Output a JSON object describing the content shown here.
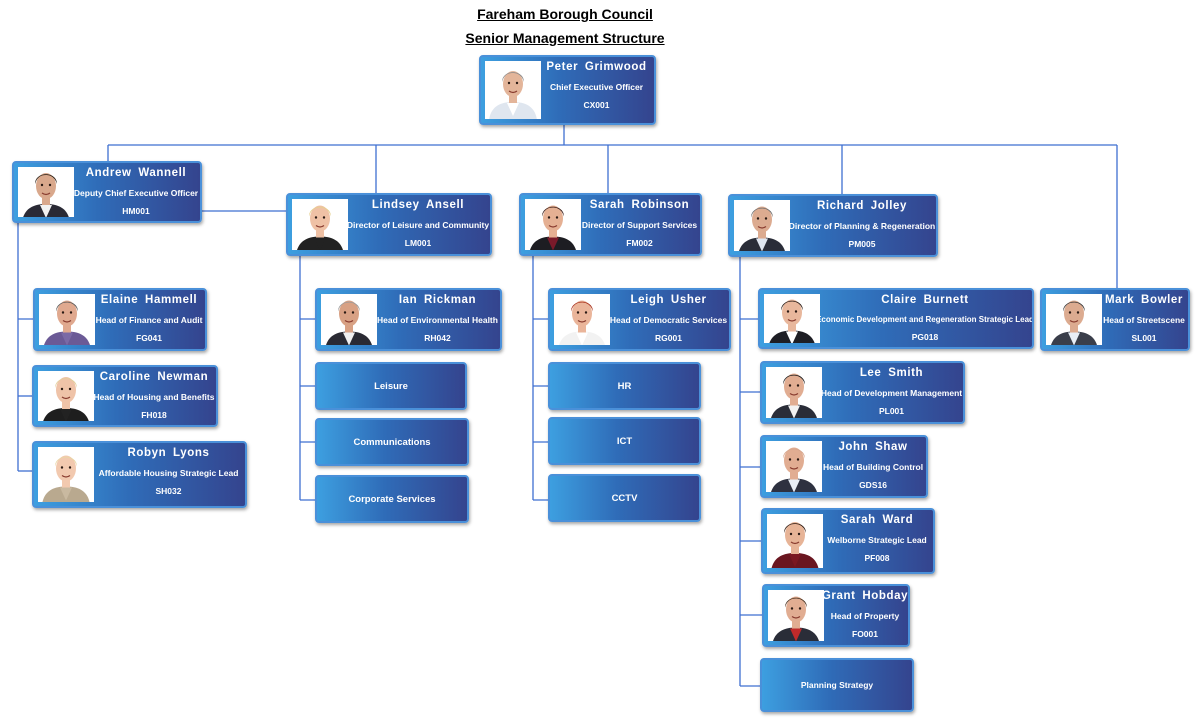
{
  "header": {
    "organisation": "Fareham Borough Council",
    "subtitle": "Senior Management Structure"
  },
  "people": {
    "ceo": {
      "name": "Peter Grimwood",
      "role": "Chief Executive Officer",
      "code": "CX001"
    },
    "deputy": {
      "name": "Andrew Wannell",
      "role": "Deputy Chief Executive Officer",
      "code": "HM001"
    },
    "finance": {
      "name": "Elaine Hammell",
      "role": "Head of Finance and Audit",
      "code": "FG041"
    },
    "housing": {
      "name": "Caroline Newman",
      "role": "Head of Housing and Benefits",
      "code": "FH018"
    },
    "affordable": {
      "name": "Robyn Lyons",
      "role": "Affordable Housing Strategic Lead",
      "code": "SH032"
    },
    "leisure_dir": {
      "name": "Lindsey Ansell",
      "role": "Director of Leisure and Community",
      "code": "LM001"
    },
    "env_health": {
      "name": "Ian Rickman",
      "role": "Head of Environmental Health",
      "code": "RH042"
    },
    "support_dir": {
      "name": "Sarah Robinson",
      "role": "Director of Support Services",
      "code": "FM002"
    },
    "democratic": {
      "name": "Leigh Usher",
      "role": "Head of Democratic Services",
      "code": "RG001"
    },
    "planning_dir": {
      "name": "Richard Jolley",
      "role": "Director of Planning & Regeneration",
      "code": "PM005"
    },
    "econ_dev": {
      "name": "Claire Burnett",
      "role": "Economic Development and Regeneration Strategic Lead",
      "code": "PG018"
    },
    "dev_mgmt": {
      "name": "Lee Smith",
      "role": "Head of Development Management",
      "code": "PL001"
    },
    "building": {
      "name": "John Shaw",
      "role": "Head of Building Control",
      "code": "GDS16"
    },
    "welborne": {
      "name": "Sarah Ward",
      "role": "Welborne Strategic Lead",
      "code": "PF008"
    },
    "property": {
      "name": "Grant Hobday",
      "role": "Head of Property",
      "code": "FO001"
    },
    "streetscene": {
      "name": "Mark Bowler",
      "role": "Head of Streetscene",
      "code": "SL001"
    }
  },
  "functions": {
    "leisure": "Leisure",
    "communications": "Communications",
    "corporate": "Corporate Services",
    "hr": "HR",
    "ict": "ICT",
    "cctv": "CCTV",
    "planning_strategy": "Planning Strategy"
  },
  "photo_style": {
    "ceo": {
      "hair": "#8a8a8a",
      "skin": "#e3b59a",
      "shirt": "#ffffff",
      "jacket": "#dfe6ef"
    },
    "deputy": {
      "hair": "#2b2118",
      "skin": "#d9a88c",
      "shirt": "#f2f2f2",
      "jacket": "#2a2a35"
    },
    "finance": {
      "hair": "#5a5a5a",
      "skin": "#e0a98f",
      "shirt": "#7b6aa6",
      "jacket": "#6b5a96"
    },
    "housing": {
      "hair": "#e2cf9a",
      "skin": "#efc3a8",
      "shirt": "#222222",
      "jacket": "#1e1e1e"
    },
    "affordable": {
      "hair": "#e8d6a4",
      "skin": "#f2c9af",
      "shirt": "#c9b9a0",
      "jacket": "#b9a98f"
    },
    "leisure_dir": {
      "hair": "#e5d08e",
      "skin": "#efc1a5",
      "shirt": "#222222",
      "jacket": "#222222"
    },
    "env_health": {
      "hair": "#9a9a9a",
      "skin": "#d8a184",
      "shirt": "#f0f0f0",
      "jacket": "#2a2a33"
    },
    "support_dir": {
      "hair": "#3a1f1a",
      "skin": "#e5b093",
      "shirt": "#7a1a2a",
      "jacket": "#1d1d22"
    },
    "democratic": {
      "hair": "#a8321e",
      "skin": "#eab59a",
      "shirt": "#ffffff",
      "jacket": "#f2f2f2"
    },
    "planning_dir": {
      "hair": "#6e6e6e",
      "skin": "#dcab90",
      "shirt": "#dfe6f0",
      "jacket": "#2a2d38"
    },
    "econ_dev": {
      "hair": "#2a1d17",
      "skin": "#e8b79c",
      "shirt": "#ffffff",
      "jacket": "#1e1e24"
    },
    "dev_mgmt": {
      "hair": "#1c1c1c",
      "skin": "#e1ad92",
      "shirt": "#f2f2f2",
      "jacket": "#2a2d38"
    },
    "building": {
      "hair": "#d6a58c",
      "skin": "#e1ad92",
      "shirt": "#e8eef6",
      "jacket": "#2e3140"
    },
    "welborne": {
      "hair": "#2e1c14",
      "skin": "#e7b497",
      "shirt": "#7a1822",
      "jacket": "#6a1620"
    },
    "property": {
      "hair": "#4a3220",
      "skin": "#e1ad92",
      "shirt": "#c02a2a",
      "jacket": "#2a2d38"
    },
    "streetscene": {
      "hair": "#3a3a3a",
      "skin": "#dcab90",
      "shirt": "#e8eef6",
      "jacket": "#3a3e4a"
    }
  },
  "colors": {
    "card_start": "#3d9fe0",
    "card_mid": "#2f6cb8",
    "card_end": "#34448e",
    "card_border": "#4a90d9",
    "connector": "#3f6fd1"
  }
}
